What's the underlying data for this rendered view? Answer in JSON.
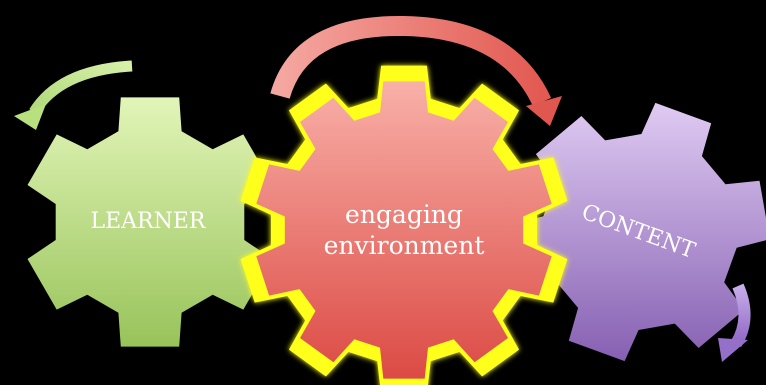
{
  "diagram": {
    "gears": [
      {
        "id": "learner",
        "label": "LEARNER",
        "color_light": "#d8f0a8",
        "color_dark": "#9cc65c"
      },
      {
        "id": "engaging",
        "label_lines": [
          "engaging",
          "environment"
        ],
        "color_light": "#f6a8a0",
        "color_dark": "#e0504a",
        "outline": "#ffff1a"
      },
      {
        "id": "content",
        "label": "CONTENT",
        "color_light": "#d9c4ef",
        "color_dark": "#8a62b4"
      }
    ],
    "arrows": [
      {
        "id": "learner-arrow",
        "color": "#c8e89a"
      },
      {
        "id": "engaging-arrow",
        "color": "#f08078"
      },
      {
        "id": "content-arrow",
        "color": "#b592de"
      }
    ]
  }
}
